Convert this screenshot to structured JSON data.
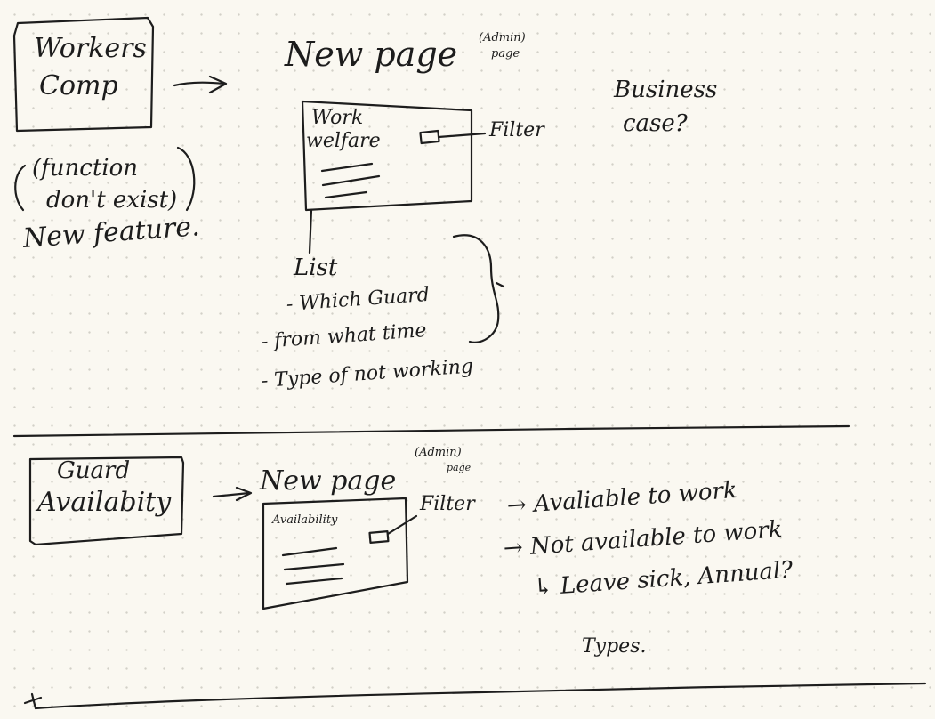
{
  "section1": {
    "box_label": [
      "Workers",
      "Comp"
    ],
    "note_paren": [
      "(function",
      "don't exist)"
    ],
    "note_feature": "New feature.",
    "heading": "New page",
    "heading_note": [
      "(Admin)",
      "page"
    ],
    "mock_title": [
      "Work",
      "welfare"
    ],
    "filter_label": "Filter",
    "list_title": "List",
    "list_items": [
      "- Which Guard",
      "- from what time",
      "- Type of not working"
    ],
    "business_case": [
      "Business",
      "case?"
    ]
  },
  "section2": {
    "box_label": [
      "Guard",
      "Availabity"
    ],
    "heading": "New page",
    "heading_note": [
      "(Admin)",
      "page"
    ],
    "mock_title": "Availability",
    "filter_label": "Filter",
    "options": [
      "→ Avaliable to work",
      "→ Not available to work",
      "↳ Leave sick, Annual?",
      "Types."
    ]
  }
}
